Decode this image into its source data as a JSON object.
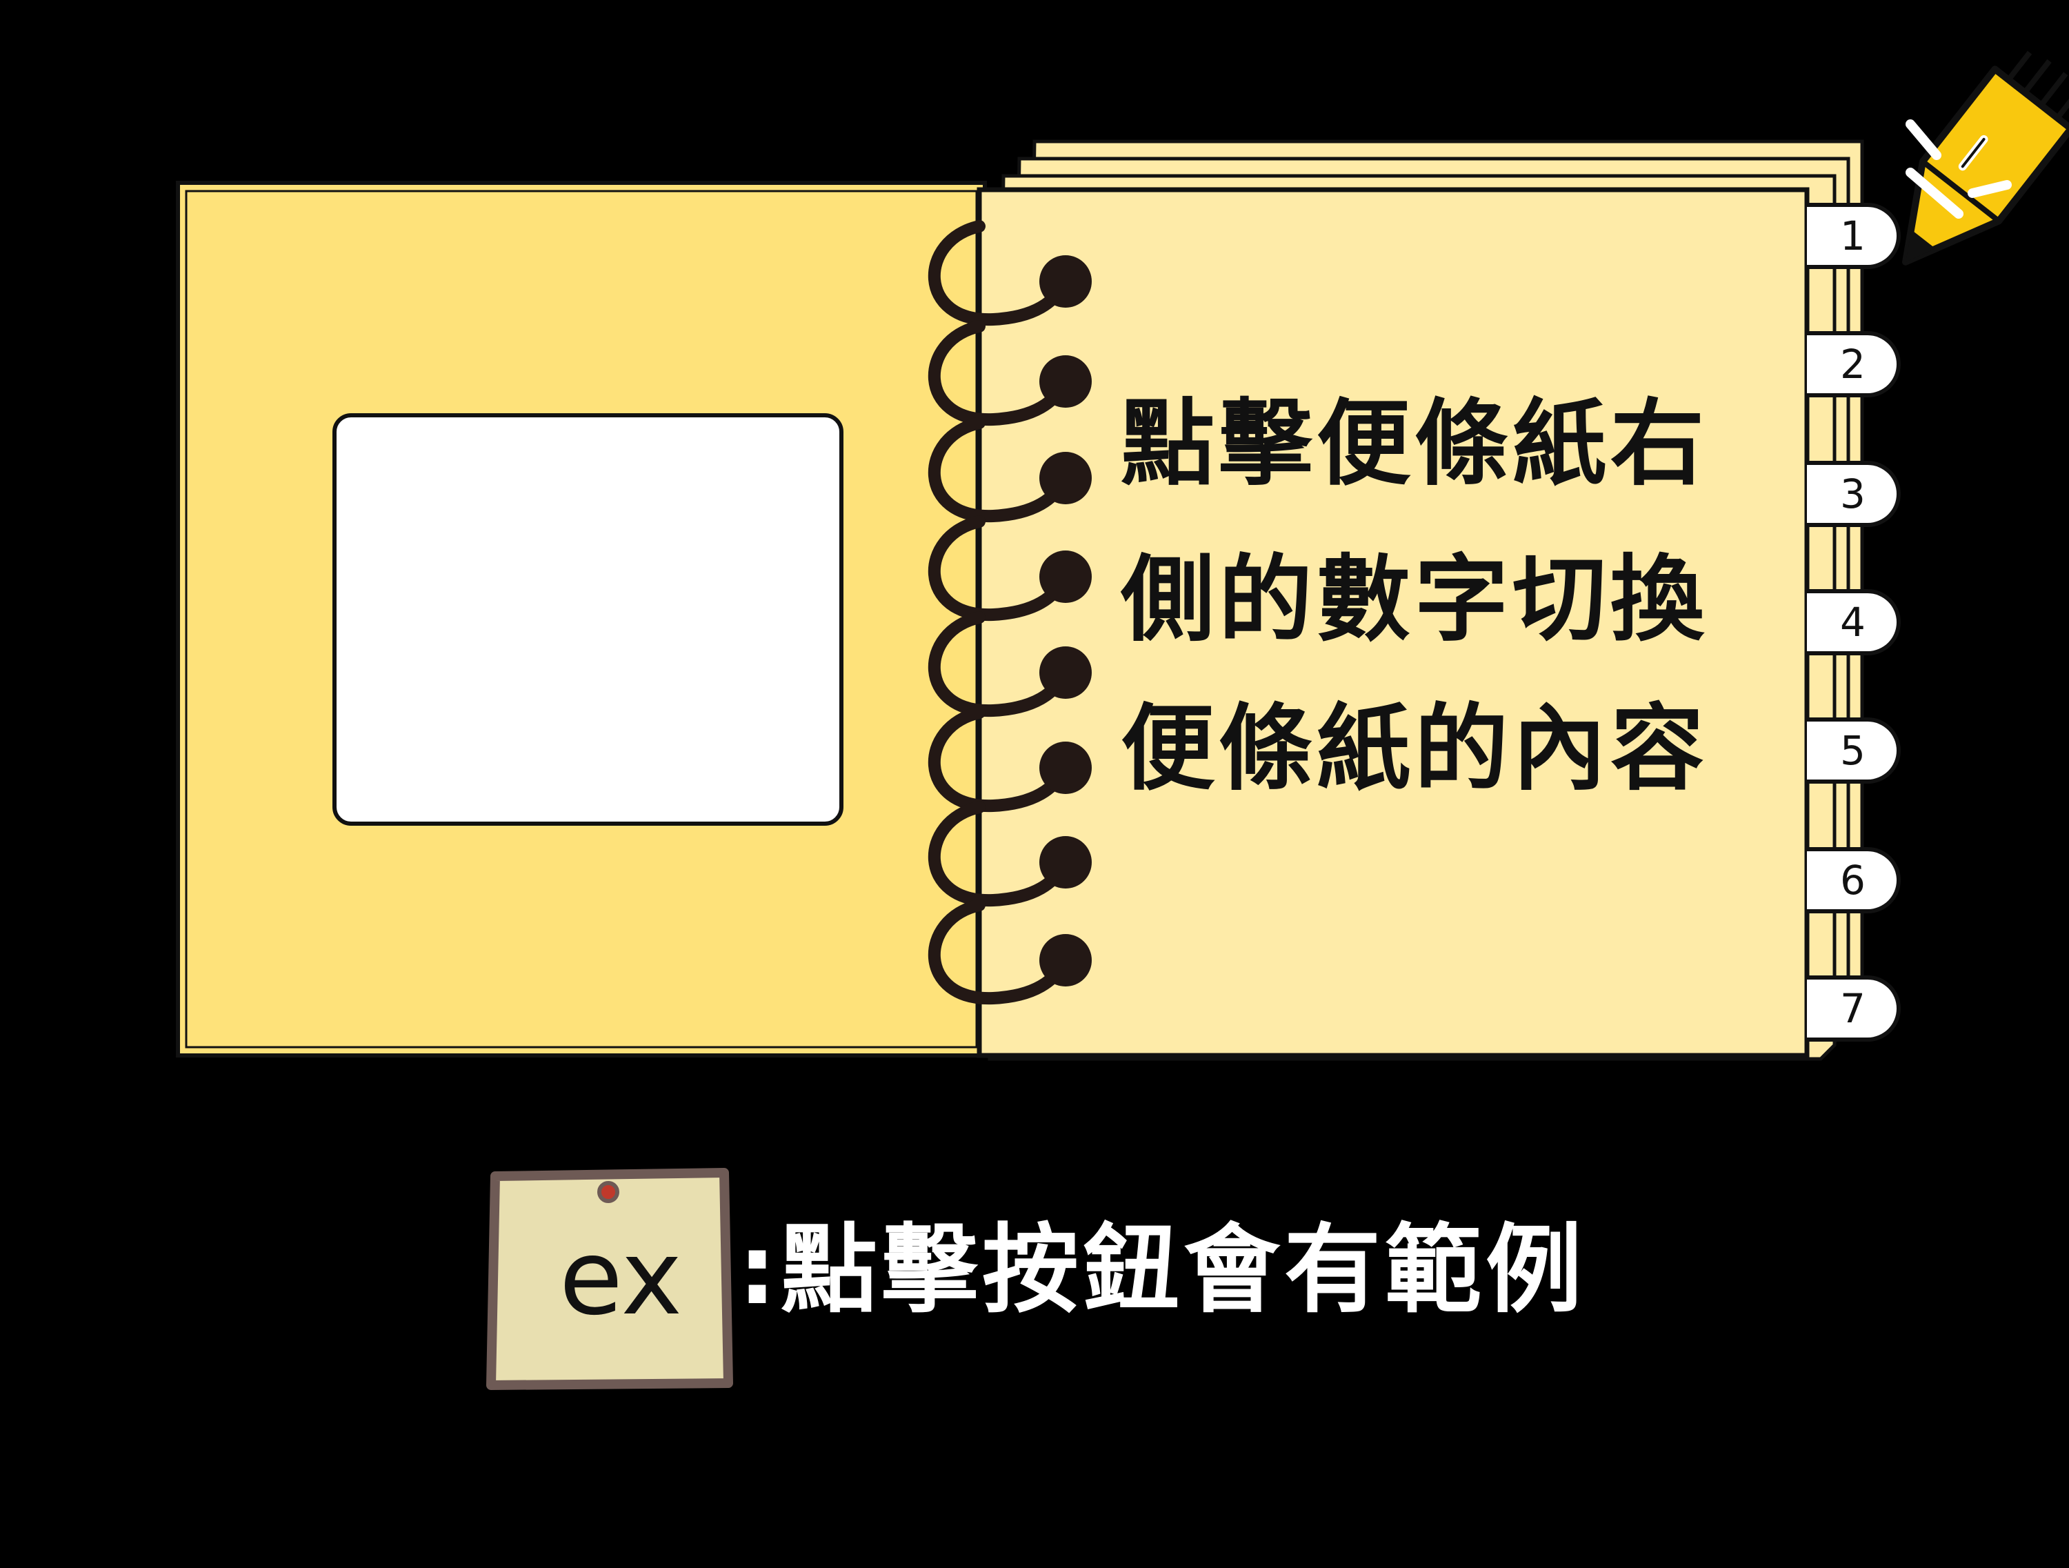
{
  "notebook": {
    "lines": [
      "點擊便條紙右",
      "側的數字切換",
      "便條紙的內容"
    ],
    "tabs": [
      "1",
      "2",
      "3",
      "4",
      "5",
      "6",
      "7"
    ],
    "active_tab": "1",
    "colors": {
      "left_cover": "#FEE27A",
      "right_page": "#FEEBA8",
      "outline": "#111111",
      "ring": "#231815"
    }
  },
  "example": {
    "label": "ex",
    "caption": ":點擊按鈕會有範例",
    "colors": {
      "note": "#E8DFB0",
      "border": "#6E5A55",
      "pin": "#C0392B"
    }
  },
  "pointer": {
    "icon": "pencil-pointer-icon",
    "color": "#F9C80E"
  }
}
